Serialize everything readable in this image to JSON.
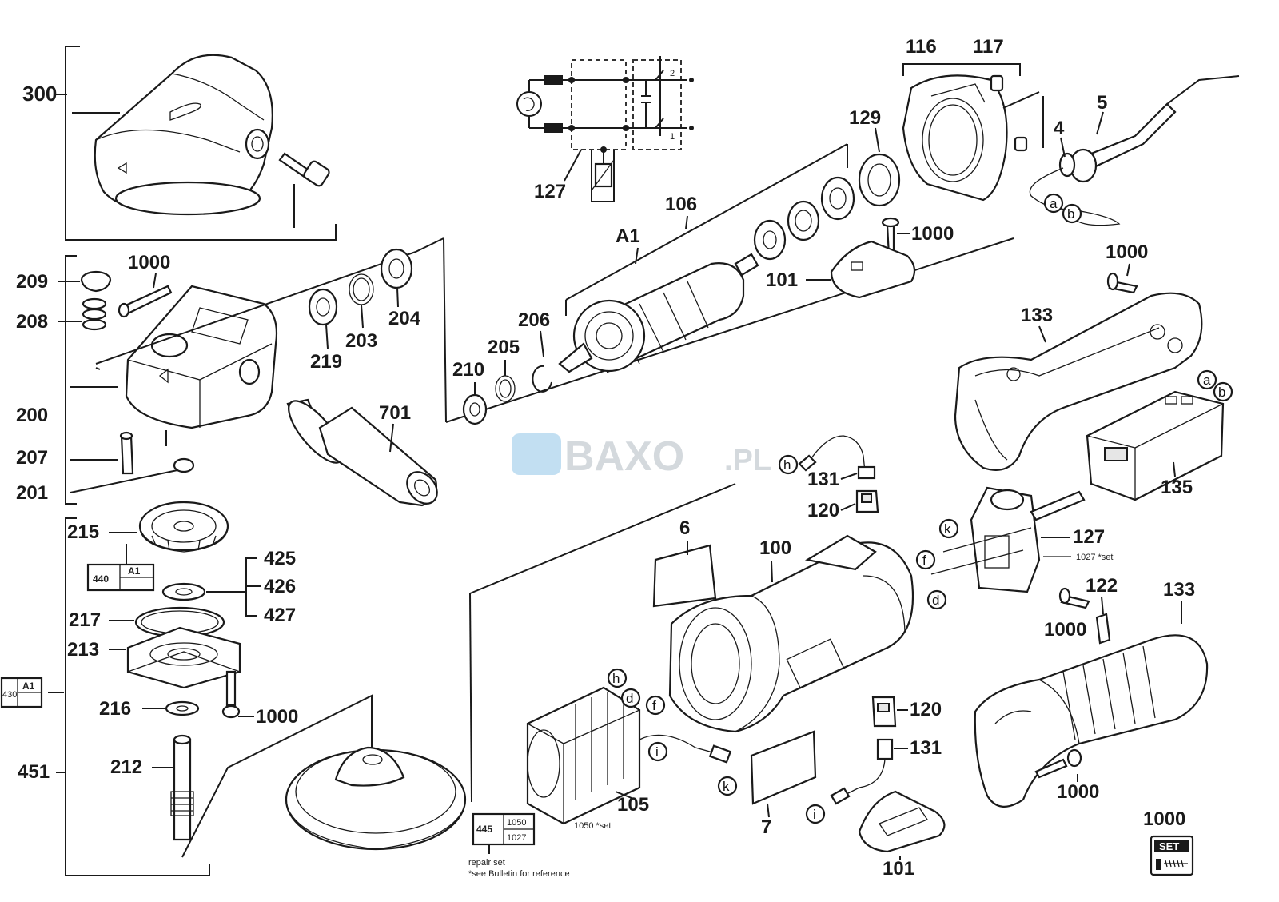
{
  "watermark": {
    "brand": "BAXO",
    "suffix": ".PL"
  },
  "labels": {
    "p300": "300",
    "p116": "116",
    "p117": "117",
    "p129": "129",
    "p5": "5",
    "p4": "4",
    "p127a": "127",
    "p106": "106",
    "pA1": "A1",
    "p1000a": "1000",
    "p101a": "101",
    "p1000b": "1000",
    "p133a": "133",
    "p209": "209",
    "p1000c": "1000",
    "p208": "208",
    "p219": "219",
    "p203": "203",
    "p204": "204",
    "p206": "206",
    "p205": "205",
    "p210": "210",
    "p200": "200",
    "p701": "701",
    "p207": "207",
    "p201": "201",
    "p131a": "131",
    "p120a": "120",
    "p135": "135",
    "p215": "215",
    "p425": "425",
    "p426": "426",
    "p427": "427",
    "p217": "217",
    "p213": "213",
    "p6": "6",
    "p100": "100",
    "p127b": "127",
    "p122": "122",
    "p133b": "133",
    "p1000d": "1000",
    "p216": "216",
    "p1000e": "1000",
    "p120b": "120",
    "p131b": "131",
    "p451": "451",
    "p212": "212",
    "p105": "105",
    "p7": "7",
    "p101b": "101",
    "p1000f": "1000",
    "p1000g": "1000"
  },
  "circle_letters": {
    "a1": "a",
    "b1": "b",
    "a2": "a",
    "b2": "b",
    "h1": "h",
    "k1": "k",
    "f1": "f",
    "d1": "d",
    "h2": "h",
    "d2": "d",
    "f2": "f",
    "i1": "i",
    "k2": "k",
    "i2": "i"
  },
  "schematic": {
    "pin2": "2",
    "pin1": "1"
  },
  "boxes": {
    "box440": {
      "num": "440",
      "sub": "A1"
    },
    "box430": {
      "num": "430",
      "sub": "A1"
    },
    "box445": {
      "num": "445",
      "top": "1050",
      "bottom": "1027"
    }
  },
  "notes": {
    "set1027": "1027 *set",
    "set1050": "1050 *set",
    "repair1": "repair set",
    "repair2": "*see Bulletin for reference",
    "set_badge": "SET"
  },
  "colors": {
    "line": "#1a1a1a",
    "watermark_blue": "#8fc4e8",
    "watermark_gray": "#cdd3d8"
  }
}
